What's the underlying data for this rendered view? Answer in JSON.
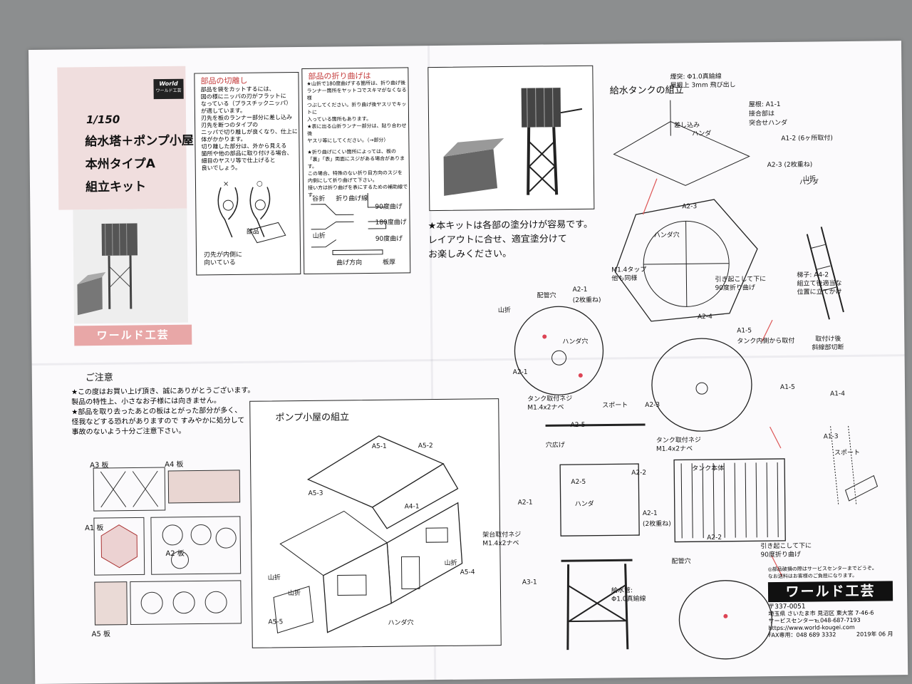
{
  "cover": {
    "scale": "1/150",
    "title_lines": [
      "給水塔＋ポンプ小屋",
      "本州タイプA",
      "組立キット"
    ],
    "logo": "World",
    "logo_sub": "ワールド工芸",
    "brand_banner": "ワールド工芸"
  },
  "cutting": {
    "heading": "部品の切離し",
    "body": [
      "部品を袋をカットするには、",
      "図の様にニッパの刃がフラットに",
      "なっている（プラスチックニッパ）",
      "が適しています。",
      "刃先を板のランナー部分に差し込み",
      "刃先を断つのタイプの",
      "ニッパで切り離しが良くなり、仕上に",
      "体がかかります。",
      "切り離した部分は、外から見える",
      "箇所や他の部品に取り付ける場合、",
      "細目のヤスリ等で仕上げると",
      "良いでしょう。"
    ],
    "label_part": "部品",
    "note": [
      "刃先が内側に",
      "向いている"
    ]
  },
  "folding": {
    "heading": "部品の折り曲げは",
    "body": [
      "★山折で180度曲げする箇所は、折り曲げ後",
      "ランナー箇所をヤットコでスキマがなくなる様",
      "つぶしてください。折り曲げ後ヤスリでキットに",
      "入っている箇所もあります。",
      "★表に出る山折ランナー部分は、貼り合わせ後",
      "ヤスリ等にしてください。（→部分）",
      "★折り曲げにくい箇所によっては、板の",
      "「裏」「表」両面にスジがある場合があります。",
      "この場合、特殊のない折り目方向のスジを",
      "内側にして折り曲げて下さい。",
      "接い方は折り曲げを表にするための補助線です。"
    ],
    "labels": [
      "谷折",
      "折り曲げ線",
      "90度曲げ",
      "180度曲げ",
      "山折",
      "90度曲げ",
      "曲げ方向",
      "板厚"
    ]
  },
  "photo_note": [
    "★本キットは各部の塗分けが容易です。",
    "レイアウトに合せ、適宜塗分けて",
    "お楽しみください。"
  ],
  "caution": {
    "heading": "ご注意",
    "lines": [
      "★この度はお買い上げ頂き、誠にありがとうございます。",
      "製品の特性上、小さなお子様には向きません。",
      "★部品を取り去ったあとの板はとがった部分が多く、",
      "怪我などする恐れがありますので すみやかに処分して",
      "事故のないよう十分ご注意下さい。"
    ]
  },
  "plates": {
    "A3": "A3 板",
    "A4": "A4 板",
    "A1": "A1 板",
    "A2": "A2 板",
    "A5": "A5 板"
  },
  "pump": {
    "heading": "ポンプ小屋の組立",
    "labels": [
      "A5-1",
      "A5-2",
      "A5-3",
      "A4-1",
      "山折",
      "山折",
      "山折",
      "A5-4",
      "A5-5",
      "ハンダ穴"
    ]
  },
  "tank": {
    "heading": "給水タンクの組立",
    "labels_top": [
      "煙突: Φ1.0真鍮線",
      "屋根上 3mm 飛び出し",
      "差し込み",
      "ハンダ",
      "屋根: A1-1",
      "接合部は",
      "突合せハンダ",
      "A1-2 (6ヶ所取付)",
      "A2-3 (2枚重ね)",
      "ハンダ",
      "A2-3",
      "ハンダ穴",
      "M1.4タップ",
      "他も同様",
      "引き起こして下に",
      "90度折り曲げ",
      "山折",
      "梯子: A4-2",
      "組立て後適当な",
      "位置に立てかけ"
    ],
    "labels_mid": [
      "配管穴",
      "A2-1",
      "(2枚重ね)",
      "山折",
      "ハンダ穴",
      "A2-4",
      "A1-5",
      "タンク内側から取付",
      "取付け後",
      "斜線部切断",
      "A2-1",
      "タンク取付ネジ",
      "M1.4x2ナベ",
      "スポート",
      "A1-5",
      "A1-4",
      "A1-3",
      "スポート"
    ],
    "labels_low": [
      "A2-3",
      "A2-5",
      "穴広げ",
      "A2-5",
      "タンク取付ネジ",
      "M1.4x2ナベ",
      "タンク本体",
      "A2-2",
      "A2-1",
      "ハンダ",
      "A2-1",
      "(2枚重ね)",
      "架台取付ネジ",
      "M1.4x2ナベ",
      "A3-1",
      "給水管:",
      "Φ1.0真鍮線",
      "A2-2",
      "配管穴",
      "引き起こして下に",
      "90度折り曲げ"
    ]
  },
  "company": {
    "notice": [
      "◎部品破損の際はサービスセンターまでどうぞ。",
      "なお送料はお客様のご負担になります。"
    ],
    "name": "ワールド工芸",
    "postal": "〒337-0051",
    "address": "埼玉県 さいたま市 見沼区 東大宮 7-46-6",
    "service": "サービスセンター℡048-687-7193",
    "url": "https://www.world-kougei.com",
    "fax": "FAX専用：048 689 3332",
    "date": "2019年 06 月"
  }
}
